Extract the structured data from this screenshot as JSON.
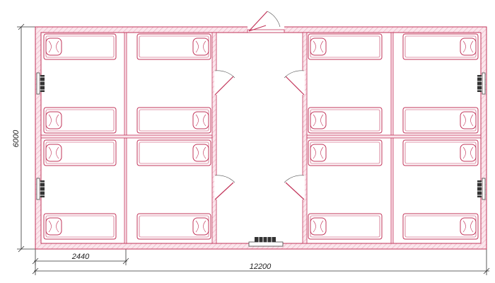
{
  "dimensions": {
    "total_length": "12200",
    "module_width": "2440",
    "total_height": "6000"
  },
  "colors": {
    "wall_line": "#c2345a",
    "wall_fill": "#fbe6ec",
    "furniture": "#c2345a",
    "dimension": "#333333",
    "background": "#ffffff"
  },
  "rooms": [
    {
      "id": "room-1",
      "beds": 2
    },
    {
      "id": "room-2",
      "beds": 2
    },
    {
      "id": "room-3",
      "beds": 2
    },
    {
      "id": "room-4",
      "beds": 2
    },
    {
      "id": "corridor",
      "beds": 0
    },
    {
      "id": "room-5",
      "beds": 2
    },
    {
      "id": "room-6",
      "beds": 2
    },
    {
      "id": "room-7",
      "beds": 2
    },
    {
      "id": "room-8",
      "beds": 2
    }
  ],
  "icons": [
    "bed-icon",
    "pillow-icon",
    "door-icon",
    "radiator-icon",
    "window-icon"
  ]
}
